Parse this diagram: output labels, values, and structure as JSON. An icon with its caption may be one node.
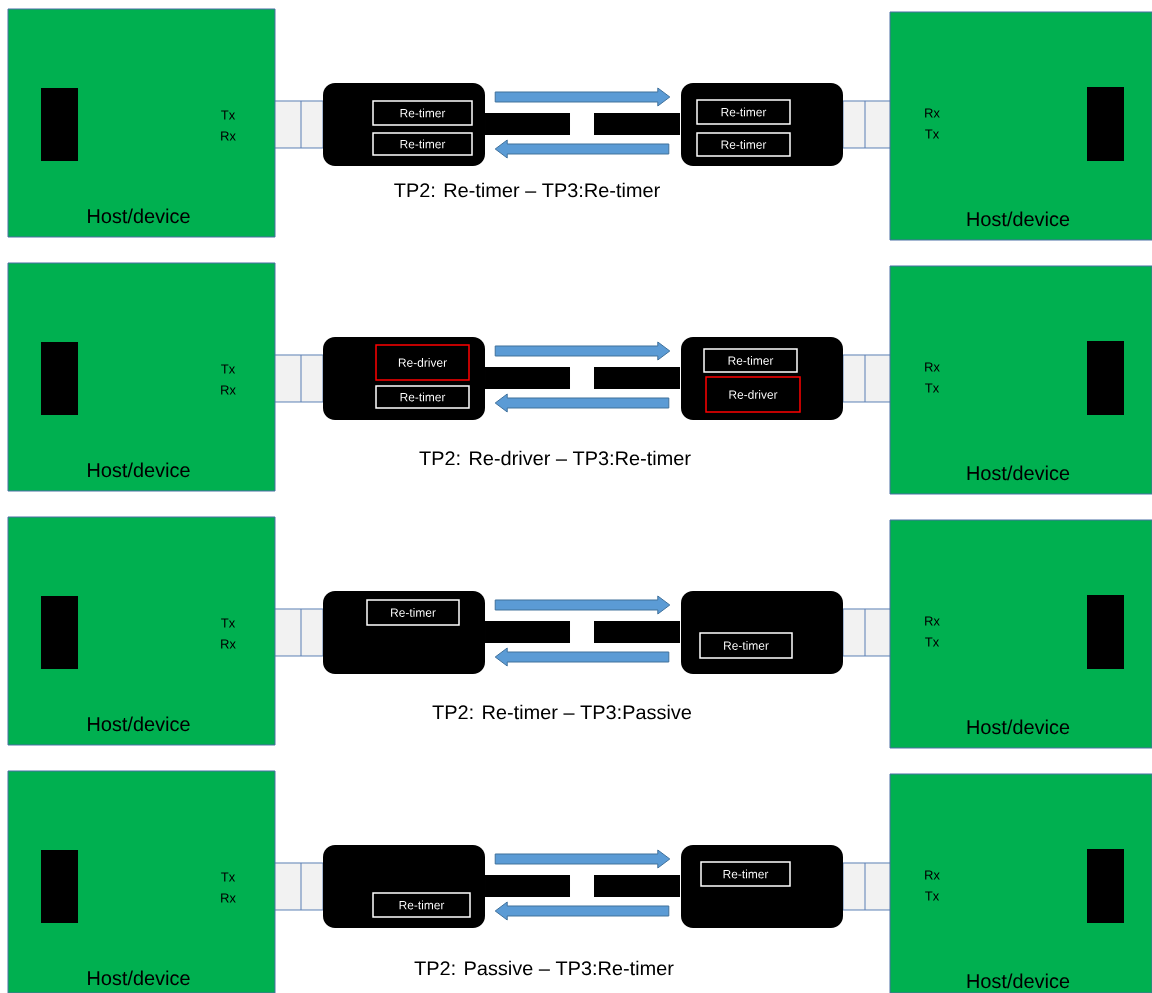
{
  "diagram": {
    "nodes": [
      {
        "text": [
          "Host/device"
        ]
      },
      {
        "text": [],
        "shape": "box",
        "in": 0
      },
      {
        "text": [],
        "shape": "box"
      },
      {
        "text": [
          "Re-timer"
        ],
        "in": 2
      },
      {
        "text": [
          "Re-timer"
        ],
        "in": 2
      },
      {
        "text": [],
        "shape": "box"
      },
      {
        "text": [
          "Re-timer"
        ],
        "in": 5
      },
      {
        "text": [
          "Re-timer"
        ],
        "in": 5
      },
      {
        "text": [
          "Host/device"
        ]
      },
      {
        "text": [],
        "shape": "box",
        "in": 8
      },
      {
        "text": [
          "Host/device"
        ]
      },
      {
        "text": [],
        "shape": "box",
        "in": 10
      },
      {
        "text": [],
        "shape": "box"
      },
      {
        "text": [
          "Re-driver"
        ],
        "in": 12
      },
      {
        "text": [
          "Re-timer"
        ],
        "in": 12
      },
      {
        "text": [],
        "shape": "box"
      },
      {
        "text": [
          "Re-timer"
        ],
        "in": 15
      },
      {
        "text": [
          "Re-driver"
        ],
        "in": 15
      },
      {
        "text": [
          "Host/device"
        ]
      },
      {
        "text": [],
        "shape": "box",
        "in": 18
      },
      {
        "text": [
          "Host/device"
        ]
      },
      {
        "text": [],
        "shape": "box",
        "in": 20
      },
      {
        "text": [],
        "shape": "box"
      },
      {
        "text": [
          "Re-timer"
        ],
        "in": 22
      },
      {
        "text": [],
        "shape": "box"
      },
      {
        "text": [
          "Re-timer"
        ],
        "in": 24
      },
      {
        "text": [
          "Host/device"
        ]
      },
      {
        "text": [],
        "shape": "box",
        "in": 26
      },
      {
        "text": [
          "Host/device"
        ]
      },
      {
        "text": [],
        "shape": "box",
        "in": 28
      },
      {
        "text": [],
        "shape": "box"
      },
      {
        "text": [
          "Re-timer"
        ],
        "in": 30
      },
      {
        "text": [],
        "shape": "box"
      },
      {
        "text": [
          "Re-timer"
        ],
        "in": 32
      },
      {
        "text": [
          "Host/device"
        ]
      },
      {
        "text": [],
        "shape": "box",
        "in": 34
      }
    ],
    "edges": [
      {
        "from": 2,
        "to": 5,
        "arrow": "to"
      },
      {
        "from": 5,
        "to": 2,
        "arrow": "to"
      },
      {
        "from": 12,
        "to": 15,
        "arrow": "to"
      },
      {
        "from": 15,
        "to": 12,
        "arrow": "to"
      },
      {
        "from": 22,
        "to": 24,
        "arrow": "to"
      },
      {
        "from": 24,
        "to": 22,
        "arrow": "to"
      },
      {
        "from": 30,
        "to": 32,
        "arrow": "to"
      },
      {
        "from": 32,
        "to": 30,
        "arrow": "to"
      }
    ],
    "labels": [
      "Tx",
      "Rx",
      "Rx",
      "Tx",
      "TP2: Re-timer – TP3:Re-timer",
      "Tx",
      "Rx",
      "Rx",
      "Tx",
      "TP2: Re-driver – TP3:Re-timer",
      "Tx",
      "Rx",
      "Rx",
      "Tx",
      "TP2: Re-timer – TP3:Passive",
      "Tx",
      "Rx",
      "Rx",
      "Tx",
      "TP2: Passive – TP3:Re-timer"
    ]
  }
}
